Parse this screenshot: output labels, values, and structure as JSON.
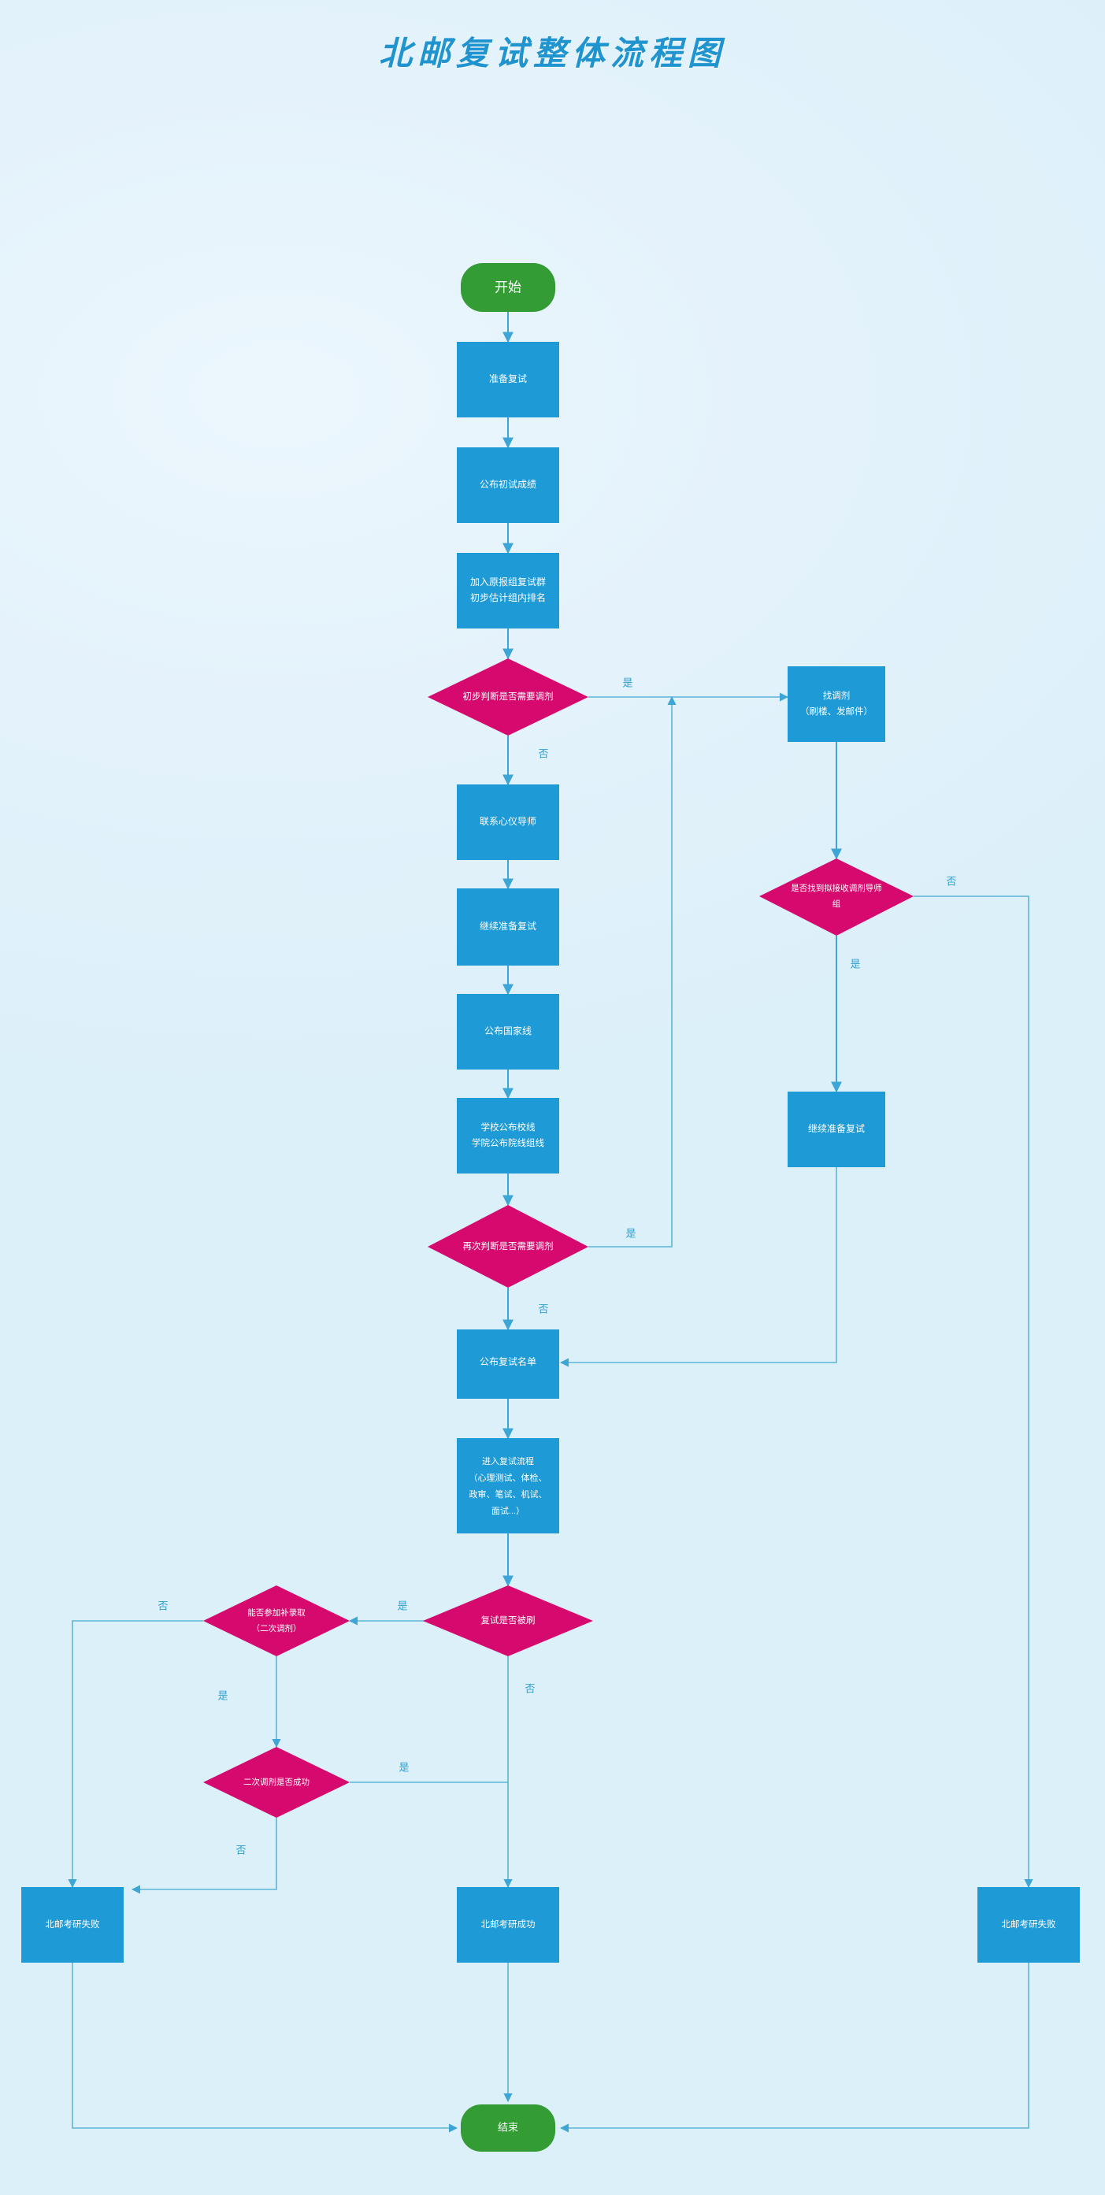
{
  "page": {
    "title": "北邮复试整体流程图",
    "background_color": "#e8f4fb"
  },
  "colors": {
    "process": "#1e9ad6",
    "decision": "#d60a6e",
    "terminal": "#339c34",
    "edge": "#5cb4d8",
    "edge_label": "#2f9fd4",
    "title": "#1f94cf",
    "node_text": "#ffffff"
  },
  "chart_data": {
    "type": "diagram",
    "title": "北邮复试整体流程图",
    "nodes": [
      {
        "id": "start",
        "shape": "terminal",
        "label": "开始",
        "lines": [
          "开始"
        ]
      },
      {
        "id": "prep",
        "shape": "process",
        "label": "准备复试",
        "lines": [
          "准备复试"
        ]
      },
      {
        "id": "score",
        "shape": "process",
        "label": "公布初试成绩",
        "lines": [
          "公布初试成绩"
        ]
      },
      {
        "id": "group",
        "shape": "process",
        "label": "加入原报组复试群 初步估计组内排名",
        "lines": [
          "加入原报组复试群",
          "初步估计组内排名"
        ]
      },
      {
        "id": "dec_first",
        "shape": "decision",
        "label": "初步判断是否需要调剂",
        "lines": [
          "初步判断是否需要调剂"
        ]
      },
      {
        "id": "find_adjust",
        "shape": "process",
        "label": "找调剂（刷楼、发邮件）",
        "lines": [
          "找调剂",
          "（刷楼、发邮件）"
        ]
      },
      {
        "id": "dec_found",
        "shape": "decision",
        "label": "是否找到拟接收调剂导师组",
        "lines": [
          "是否找到拟接收调剂导师",
          "组"
        ]
      },
      {
        "id": "contact",
        "shape": "process",
        "label": "联系心仪导师",
        "lines": [
          "联系心仪导师"
        ]
      },
      {
        "id": "prep2",
        "shape": "process",
        "label": "继续准备复试",
        "lines": [
          "继续准备复试"
        ]
      },
      {
        "id": "prep2r",
        "shape": "process",
        "label": "继续准备复试",
        "lines": [
          "继续准备复试"
        ]
      },
      {
        "id": "natline",
        "shape": "process",
        "label": "公布国家线",
        "lines": [
          "公布国家线"
        ]
      },
      {
        "id": "schoolline",
        "shape": "process",
        "label": "学校公布校线 学院公布院线组线",
        "lines": [
          "学校公布校线",
          "学院公布院线组线"
        ]
      },
      {
        "id": "dec_second",
        "shape": "decision",
        "label": "再次判断是否需要调剂",
        "lines": [
          "再次判断是否需要调剂"
        ]
      },
      {
        "id": "list",
        "shape": "process",
        "label": "公布复试名单",
        "lines": [
          "公布复试名单"
        ]
      },
      {
        "id": "retest",
        "shape": "process",
        "label": "进入复试流程（心理测试、体检、政审、笔试、机试、面试...）",
        "lines": [
          "进入复试流程",
          "（心理测试、体检、",
          "政审、笔试、机试、",
          "面试...）"
        ]
      },
      {
        "id": "dec_cut",
        "shape": "decision",
        "label": "复试是否被刷",
        "lines": [
          "复试是否被刷"
        ]
      },
      {
        "id": "dec_supp",
        "shape": "decision",
        "label": "能否参加补录取（二次调剂）",
        "lines": [
          "能否参加补录取",
          "（二次调剂）"
        ]
      },
      {
        "id": "dec_supp_ok",
        "shape": "decision",
        "label": "二次调剂是否成功",
        "lines": [
          "二次调剂是否成功"
        ]
      },
      {
        "id": "fail_left",
        "shape": "process",
        "label": "北邮考研失败",
        "lines": [
          "北邮考研失败"
        ]
      },
      {
        "id": "success",
        "shape": "process",
        "label": "北邮考研成功",
        "lines": [
          "北邮考研成功"
        ]
      },
      {
        "id": "fail_right",
        "shape": "process",
        "label": "北邮考研失败",
        "lines": [
          "北邮考研失败"
        ]
      },
      {
        "id": "end",
        "shape": "terminal",
        "label": "结束",
        "lines": [
          "结束"
        ]
      }
    ],
    "edges": [
      {
        "from": "start",
        "to": "prep",
        "label": ""
      },
      {
        "from": "prep",
        "to": "score",
        "label": ""
      },
      {
        "from": "score",
        "to": "group",
        "label": ""
      },
      {
        "from": "group",
        "to": "dec_first",
        "label": ""
      },
      {
        "from": "dec_first",
        "to": "find_adjust",
        "label": "是"
      },
      {
        "from": "dec_first",
        "to": "contact",
        "label": "否"
      },
      {
        "from": "find_adjust",
        "to": "dec_found",
        "label": ""
      },
      {
        "from": "dec_found",
        "to": "prep2r",
        "label": "是"
      },
      {
        "from": "dec_found",
        "to": "fail_right",
        "label": "否"
      },
      {
        "from": "contact",
        "to": "prep2",
        "label": ""
      },
      {
        "from": "prep2",
        "to": "natline",
        "label": ""
      },
      {
        "from": "natline",
        "to": "schoolline",
        "label": ""
      },
      {
        "from": "schoolline",
        "to": "dec_second",
        "label": ""
      },
      {
        "from": "dec_second",
        "to": "find_adjust",
        "label": "是"
      },
      {
        "from": "dec_second",
        "to": "list",
        "label": "否"
      },
      {
        "from": "prep2r",
        "to": "list",
        "label": ""
      },
      {
        "from": "list",
        "to": "retest",
        "label": ""
      },
      {
        "from": "retest",
        "to": "dec_cut",
        "label": ""
      },
      {
        "from": "dec_cut",
        "to": "dec_supp",
        "label": "是"
      },
      {
        "from": "dec_cut",
        "to": "success",
        "label": "否"
      },
      {
        "from": "dec_supp",
        "to": "fail_left",
        "label": "否"
      },
      {
        "from": "dec_supp",
        "to": "dec_supp_ok",
        "label": "是"
      },
      {
        "from": "dec_supp_ok",
        "to": "success",
        "label": "是"
      },
      {
        "from": "dec_supp_ok",
        "to": "fail_left",
        "label": "否"
      },
      {
        "from": "fail_left",
        "to": "end",
        "label": ""
      },
      {
        "from": "success",
        "to": "end",
        "label": ""
      },
      {
        "from": "fail_right",
        "to": "end",
        "label": ""
      }
    ],
    "edge_labels": [
      "是",
      "否"
    ]
  },
  "labels": {
    "yes": "是",
    "no": "否"
  }
}
